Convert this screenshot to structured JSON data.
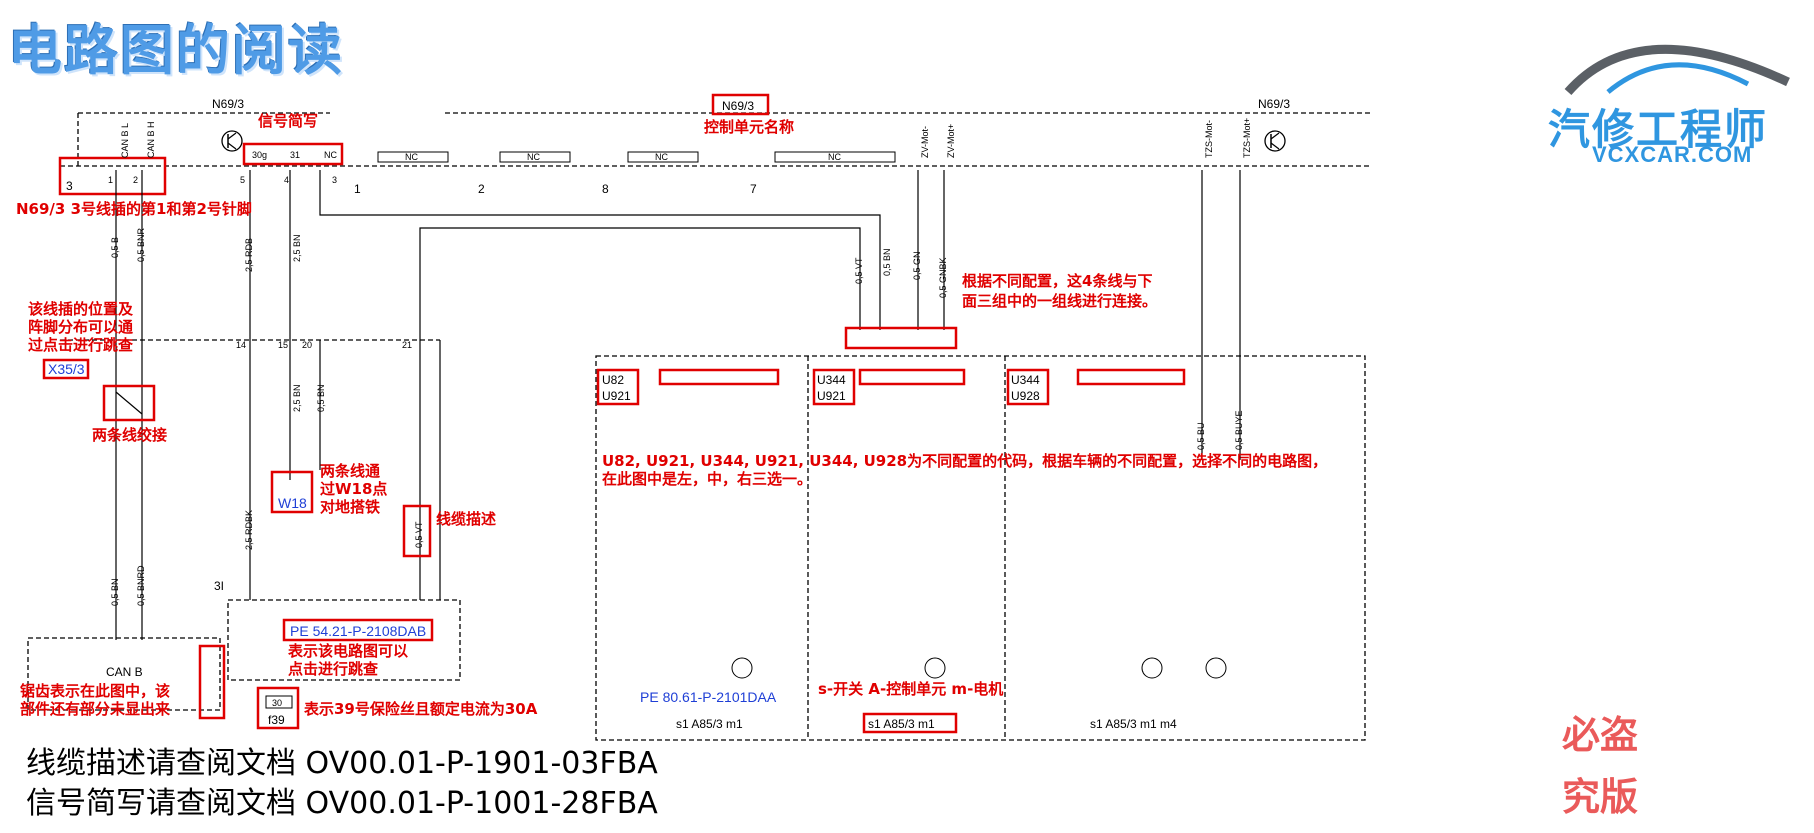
{
  "title": "电路图的阅读",
  "logo": {
    "name": "汽修工程师",
    "sub": "VCXCAR.COM"
  },
  "stamp": [
    "必盗",
    "究版"
  ],
  "footer": [
    "线缆描述请查阅文档 OV00.01-P-1901-03FBA",
    "信号简写请查阅文档 OV00.01-P-1001-28FBA"
  ],
  "diagram": {
    "unit_left": "N69/3",
    "unit_center": "N69/3",
    "unit_right": "N69/3",
    "connector_3": "3",
    "connector_5": "5",
    "connector_1": "1",
    "connector_2": "2",
    "connector_8": "8",
    "connector_7": "7",
    "nc": "NC",
    "pin_can_l": "CAN B L",
    "pin_can_h": "CAN B H",
    "pin_30g": "30g",
    "pin_31": "31",
    "pin_nc": "NC",
    "pin_zv_mot_minus": "ZV-Mot-",
    "pin_zv_mot_plus": "ZV-Mot+",
    "pin_tzs_mot_minus": "TZS-Mot-",
    "pin_tzs_mot_plus": "TZS-Mot+",
    "wire_05b": "0,5 B",
    "wire_05bnr": "0,5 BNR",
    "wire_25rdb": "2,5 RDB",
    "wire_25bn": "2,5 BN",
    "wire_05vt": "0,5 VT",
    "wire_05bn": "0,5 BN",
    "wire_05gn": "0,5 GN",
    "wire_05gnbk": "0,5 GNBK",
    "wire_25bn_b": "2,5 BN",
    "wire_05bn_b": "0,5 BN",
    "wire_25rdbk": "2,5 RDBK",
    "wire_05bn_c": "0,5 BN",
    "wire_05bnrd": "0,5 BNRD",
    "wire_05bu": "0,5 BU",
    "wire_05buye": "0,5 BUYE",
    "pin14": "14",
    "pin15": "15",
    "pin20": "20",
    "pin21": "21",
    "x35_3": "X35/3",
    "w18": "W18",
    "can_b": "CAN B",
    "pe1": "PE 54.21-P-2108DAB",
    "pe2": "PE 80.61-P-2101DAA",
    "f39": "f39",
    "f39_val": "30",
    "sw_u82": "U82",
    "sw_u921": "U921",
    "sw_u344": "U344",
    "sw_u921b": "U921",
    "sw_u344b": "U344",
    "sw_u928": "U928",
    "bottom1": "s1  A85/3  m1",
    "bottom2": "s1  A85/3  m1",
    "bottom3": "s1  A85/3    m1           m4",
    "fuse_3i": "3I"
  },
  "annotations": {
    "signal_abbr": "信号简写",
    "unit_name": "控制单元名称",
    "pin_desc": "N69/3 3号线插的第1和第2号针脚",
    "conn_pos_1": "该线插的位置及",
    "conn_pos_2": "阵脚分布可以通",
    "conn_pos_3": "过点击进行跳查",
    "twisted": "两条线绞接",
    "ground_1": "两条线通",
    "ground_2": "过W18点",
    "ground_3": "对地搭铁",
    "cable_desc": "线缆描述",
    "config_1": "根据不同配置，这4条线与下",
    "config_2": "面三组中的一组线进行连接。",
    "code_1": "U82, U921, U344, U921, U344, U928为不同配置的代码，根据车辆的不同配置，选择不同的电路图，",
    "code_2": "在此图中是左，中，右三选一。",
    "jump_1": "表示该电路图可以",
    "jump_2": "点击进行跳查",
    "saw_1": "锯齿表示在此图中，该",
    "saw_2": "部件还有部分未显出来",
    "fuse_desc": "表示39号保险丝且额定电流为30A",
    "switch_desc": "s-开关 A-控制单元 m-电机"
  },
  "colors": {
    "annotation": "#e00000",
    "link": "#1f3fd6",
    "title": "#4f9be6",
    "logo": "#2f96e0"
  }
}
